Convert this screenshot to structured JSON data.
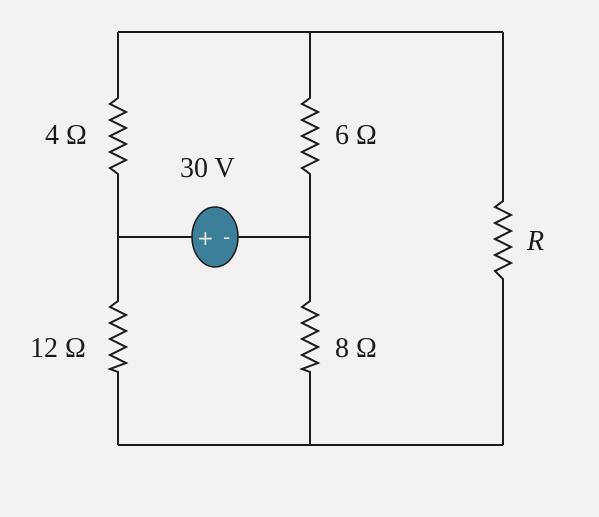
{
  "circuit": {
    "resistors": {
      "r_top_left": "4 Ω",
      "r_bottom_left": "12 Ω",
      "r_top_middle": "6 Ω",
      "r_bottom_middle": "8 Ω",
      "r_right": "R"
    },
    "source": {
      "label": "30 V",
      "plus": "+",
      "minus": "-",
      "fill_color": "#3d7e99"
    },
    "wire_color": "#1a1a1a"
  }
}
